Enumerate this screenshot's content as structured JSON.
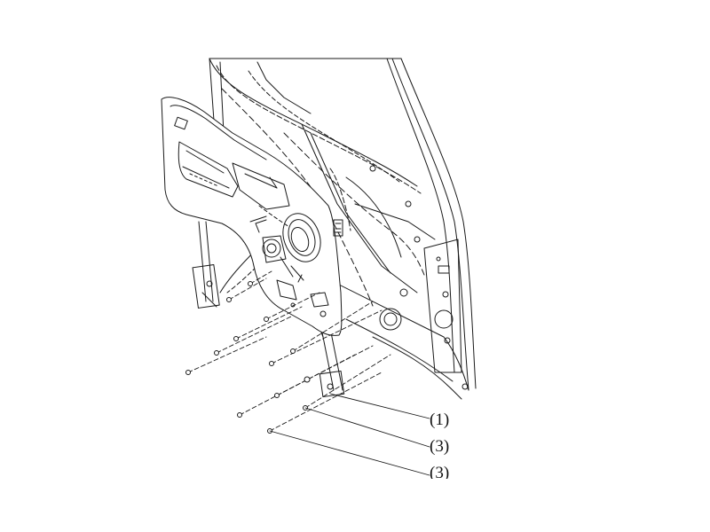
{
  "diagram": {
    "callouts": [
      {
        "id": "1",
        "label": "(1)"
      },
      {
        "id": "2",
        "label": "(3)"
      },
      {
        "id": "3",
        "label": "(3)"
      }
    ],
    "colors": {
      "line": "#1a1a1a",
      "panel": "#ffffff",
      "background": "#ffffff"
    }
  }
}
